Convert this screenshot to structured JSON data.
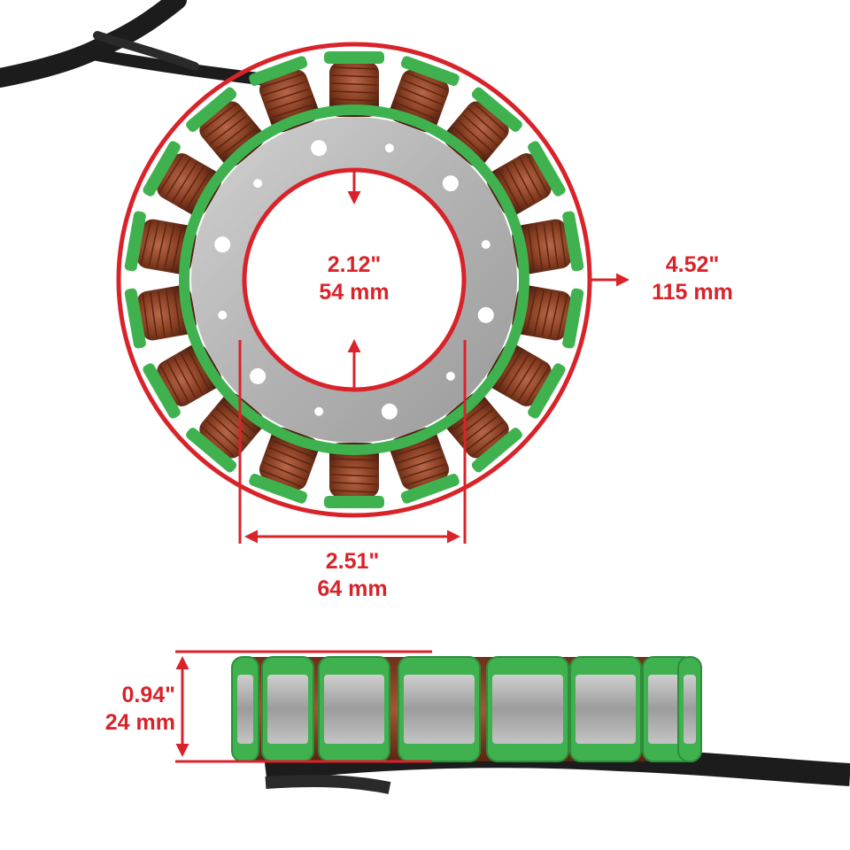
{
  "measurements": {
    "inner_diameter": {
      "inches": "2.12\"",
      "mm": "54 mm"
    },
    "outer_diameter": {
      "inches": "4.52\"",
      "mm": "115 mm"
    },
    "bolt_hole_spacing": {
      "inches": "2.51\"",
      "mm": "64 mm"
    },
    "height": {
      "inches": "0.94\"",
      "mm": "24 mm"
    }
  },
  "colors": {
    "dimension_red": "#d9232a",
    "copper": "#8a3f22",
    "insulator_green": "#3fb24f",
    "steel_plate": "#b9b9b9",
    "harness_black": "#1c1c1c"
  }
}
